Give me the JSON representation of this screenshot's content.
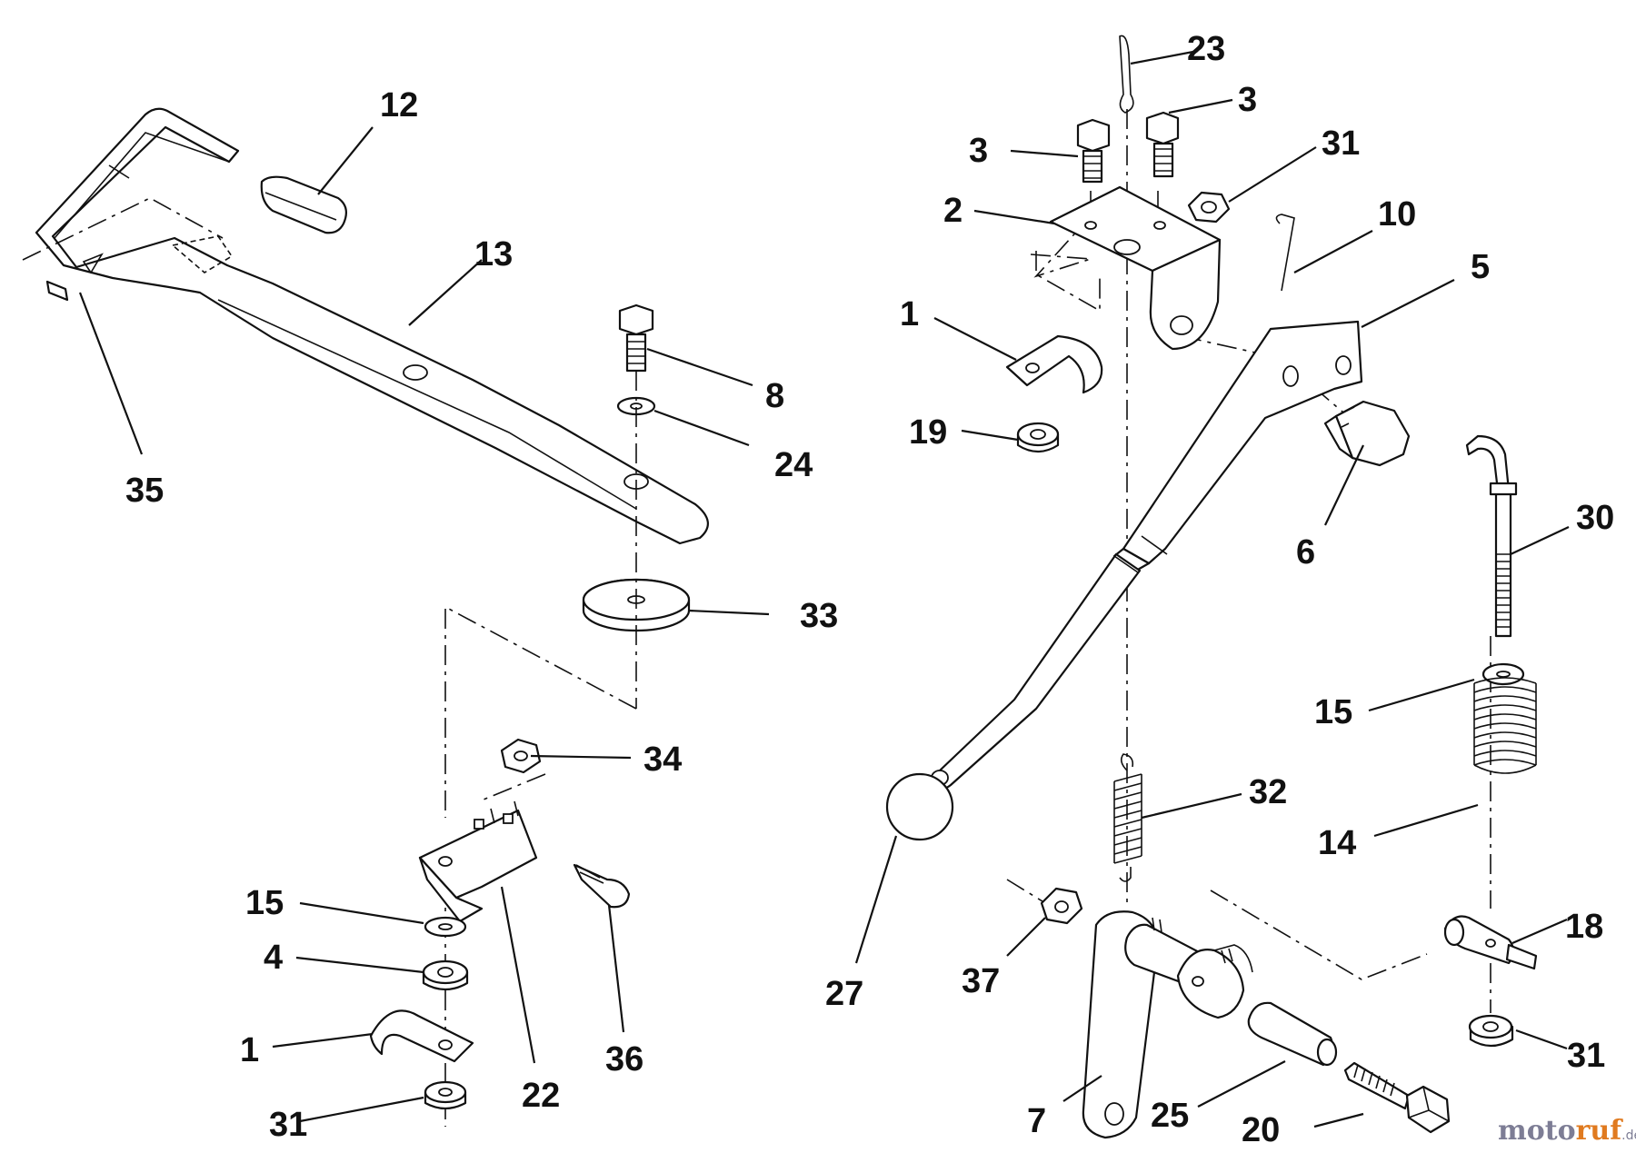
{
  "callouts": {
    "c23": "23",
    "c3a": "3",
    "c3b": "3",
    "c31a": "31",
    "c2": "2",
    "c10": "10",
    "c5": "5",
    "c1a": "1",
    "c19": "19",
    "c6": "6",
    "c30": "30",
    "c15a": "15",
    "c32": "32",
    "c14": "14",
    "c27": "27",
    "c18": "18",
    "c37": "37",
    "c31b": "31",
    "c7": "7",
    "c25": "25",
    "c20": "20",
    "c12": "12",
    "c13": "13",
    "c35": "35",
    "c8": "8",
    "c24": "24",
    "c33": "33",
    "c34": "34",
    "c15b": "15",
    "c4": "4",
    "c1b": "1",
    "c22": "22",
    "c36": "36",
    "c31c": "31"
  },
  "watermark": {
    "brand_a": "moto",
    "brand_b": "ruf",
    "tld": ".de"
  }
}
